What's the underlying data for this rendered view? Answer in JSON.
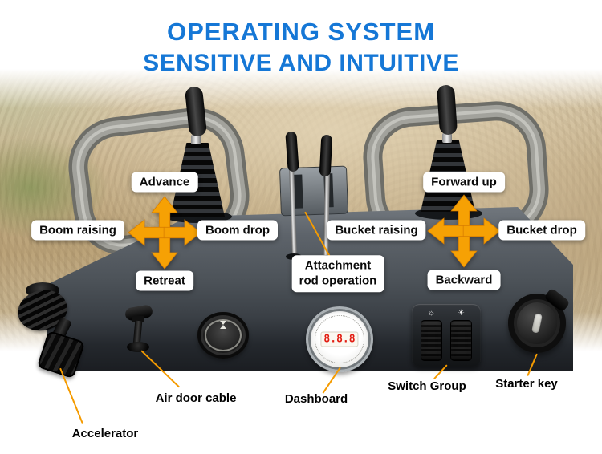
{
  "title": {
    "line1": "OPERATING SYSTEM",
    "line2": "SENSITIVE AND INTUITIVE"
  },
  "left_cross": {
    "up": "Advance",
    "left": "Boom raising",
    "right": "Boom drop",
    "down": "Retreat"
  },
  "right_cross": {
    "up": "Forward up",
    "left": "Bucket raising",
    "right": "Bucket drop",
    "down": "Backward"
  },
  "attachment_label": {
    "line1": "Attachment",
    "line2": "rod operation"
  },
  "components": {
    "accelerator": "Accelerator",
    "air_door_cable": "Air door cable",
    "dashboard": "Dashboard",
    "switch_group": "Switch Group",
    "starter_key": "Starter key",
    "dashboard_display": "8.8.8"
  },
  "switch_icons": [
    {
      "name": "light-switch-icon",
      "glyph": "☼"
    },
    {
      "name": "beacon-switch-icon",
      "glyph": "☀"
    }
  ],
  "colors": {
    "title_blue": "#1577d6",
    "arrow_orange": "#f59b00",
    "panel_gray": "#4d545a"
  }
}
